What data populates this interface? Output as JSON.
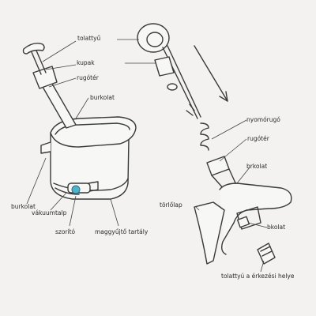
{
  "labels": {
    "tolattyu": "tolattyű",
    "kupak": "kupak",
    "rugoter_left": "rugótér",
    "burkolat_top": "burkolat",
    "burkolat_left": "burkolat",
    "vakuumtalp": "vákuumtalp",
    "szorito": "szorító",
    "maggyujto": "maggyűjtő tartály",
    "nyomorugo": "nyomórugó",
    "rugoter_right": "rugótér",
    "brkolat": "brkolat",
    "torlolap": "törlőlap",
    "bkolat": "bkolat",
    "tolattyu_helye": "tolattyú a érkezési helye"
  },
  "colors": {
    "line": "#3a3a3a",
    "paper": "#f3f2f0",
    "clamp_accent": "#4fb3c9"
  }
}
